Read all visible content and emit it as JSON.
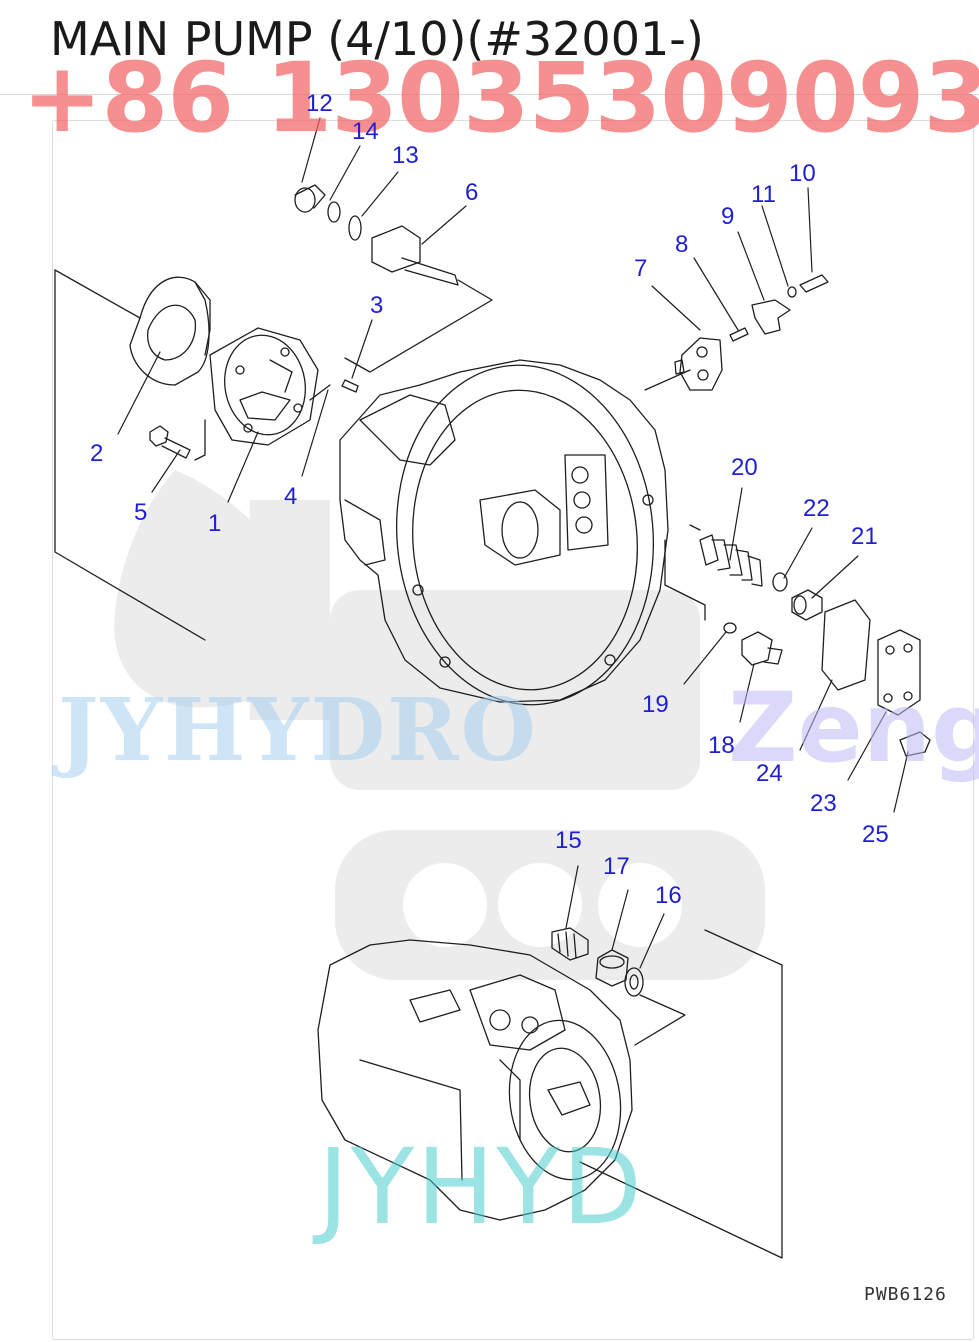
{
  "title": "MAIN PUMP (4/10)(#32001-)",
  "watermarks": {
    "phone": "+86 13035309093",
    "brand_left": "JYHYDRO",
    "brand_right": "Zeng",
    "brand_bottom": "JYHYD"
  },
  "diagram_code": "PWB6126",
  "callouts": [
    "12",
    "14",
    "13",
    "6",
    "3",
    "10",
    "11",
    "9",
    "8",
    "7",
    "2",
    "5",
    "1",
    "4",
    "20",
    "22",
    "21",
    "19",
    "18",
    "24",
    "23",
    "25",
    "15",
    "17",
    "16"
  ],
  "colors": {
    "callout": "#1f1fd4",
    "phone_watermark": "#f36464",
    "line_art": "#1e1e1e"
  }
}
